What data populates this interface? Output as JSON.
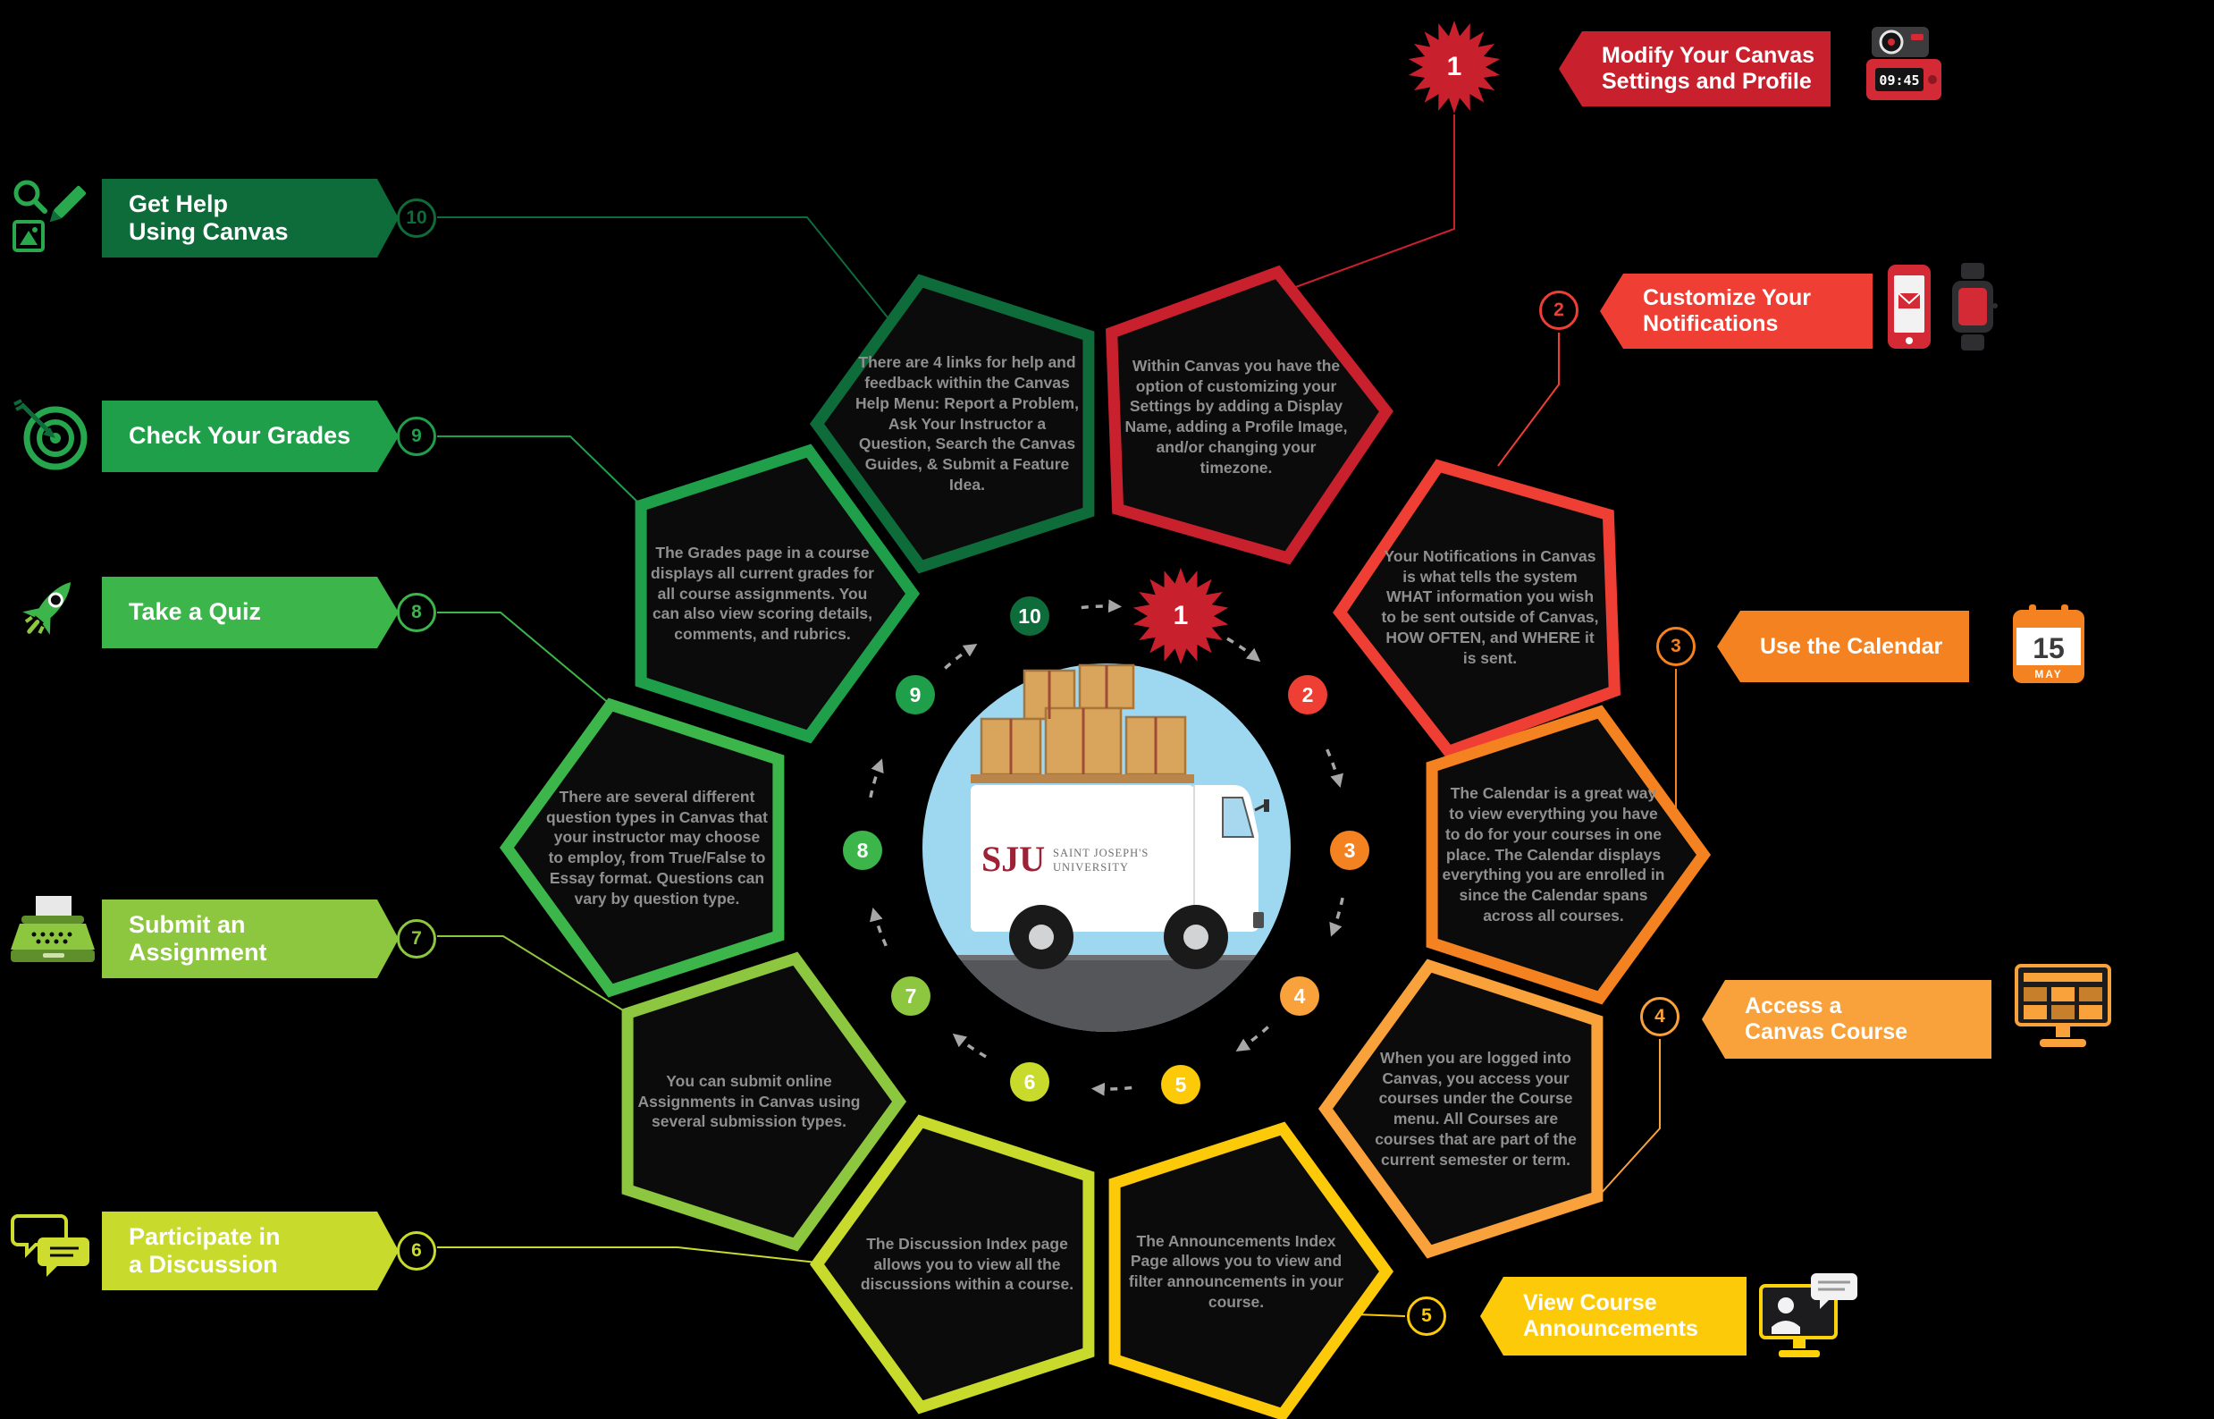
{
  "steps": [
    {
      "num": "1",
      "banner": "Modify Your Canvas\nSettings and Profile",
      "pentagon": "Within Canvas you have the option of customizing your Settings by adding a Display Name, adding a Profile Image, and/or changing your timezone.",
      "color": "#c9202e"
    },
    {
      "num": "2",
      "banner": "Customize Your\nNotifications",
      "pentagon": "Your Notifications in Canvas is what tells the system WHAT information you wish to be sent outside of Canvas, HOW OFTEN, and WHERE it is sent.",
      "color": "#ef3e33"
    },
    {
      "num": "3",
      "banner": "Use the Calendar",
      "pentagon": "The Calendar is a great way to view everything you have to do for your courses in one place. The Calendar displays everything you are enrolled in since the Calendar spans across all courses.",
      "color": "#f58220"
    },
    {
      "num": "4",
      "banner": "Access a\nCanvas Course",
      "pentagon": "When you are logged into Canvas, you access your courses under the Course menu. All Courses are courses that are part of the current semester or term.",
      "color": "#f9a13b"
    },
    {
      "num": "5",
      "banner": "View Course\nAnnouncements",
      "pentagon": "The Announcements Index Page allows you to view and filter announcements in your course.",
      "color": "#fdca0a"
    },
    {
      "num": "6",
      "banner": "Participate in\na Discussion",
      "pentagon": "The Discussion Index page allows you to view all the discussions within a course.",
      "color": "#c8da2b"
    },
    {
      "num": "7",
      "banner": "Submit an\nAssignment",
      "pentagon": "You can submit online Assignments in Canvas using several submission types.",
      "color": "#8dc63f"
    },
    {
      "num": "8",
      "banner": "Take a Quiz",
      "pentagon": "There are several different question types in Canvas that your instructor may choose to employ, from True/False to Essay format. Questions can vary by question type.",
      "color": "#3cb54a"
    },
    {
      "num": "9",
      "banner": "Check Your Grades",
      "pentagon": "The Grades page in a course displays all current grades for all course assignments. You can also view scoring details, comments, and rubrics.",
      "color": "#1f9f4a"
    },
    {
      "num": "10",
      "banner": "Get Help\nUsing Canvas",
      "pentagon": "There are 4 links for help and feedback within the Canvas Help Menu: Report a Problem, Ask Your Instructor a Question, Search the Canvas Guides, & Submit a Feature Idea.",
      "color": "#0e6b3a"
    }
  ],
  "center": {
    "logo_acronym": "SJU",
    "logo_line1": "SAINT JOSEPH'S",
    "logo_line2": "UNIVERSITY"
  },
  "icons": {
    "camera_time": "09:45",
    "calendar_day": "15",
    "calendar_month": "MAY"
  },
  "arrow_color": "#a7a7a7"
}
